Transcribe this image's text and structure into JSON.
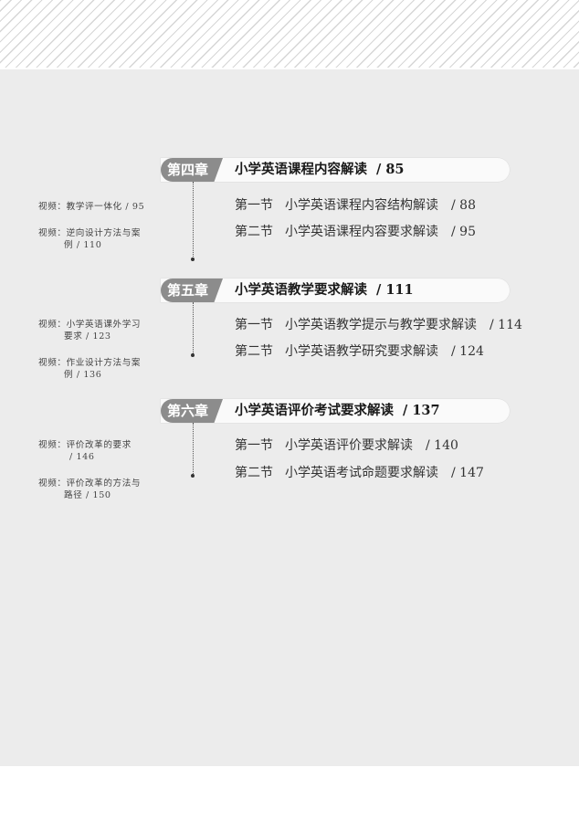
{
  "chapters": [
    {
      "tag": "第四章",
      "title": "小学英语课程内容解读",
      "page": "/ 85",
      "sections": [
        {
          "no": "第一节",
          "title": "小学英语课程内容结构解读",
          "page": "/ 88"
        },
        {
          "no": "第二节",
          "title": "小学英语课程内容要求解读",
          "page": "/ 95"
        }
      ],
      "videos": [
        {
          "line1": "视频：教学评一体化 / 95",
          "line2": ""
        },
        {
          "line1": "视频：逆向设计方法与案",
          "line2": "例 / 110"
        }
      ]
    },
    {
      "tag": "第五章",
      "title": "小学英语教学要求解读",
      "page": "/ 111",
      "sections": [
        {
          "no": "第一节",
          "title": "小学英语教学提示与教学要求解读",
          "page": "/ 114"
        },
        {
          "no": "第二节",
          "title": "小学英语教学研究要求解读",
          "page": "/ 124"
        }
      ],
      "videos": [
        {
          "line1": "视频：小学英语课外学习",
          "line2": "要求 / 123"
        },
        {
          "line1": "视频：作业设计方法与案",
          "line2": "例 / 136"
        }
      ]
    },
    {
      "tag": "第六章",
      "title": "小学英语评价考试要求解读",
      "page": "/ 137",
      "sections": [
        {
          "no": "第一节",
          "title": "小学英语评价要求解读",
          "page": "/ 140"
        },
        {
          "no": "第二节",
          "title": "小学英语考试命题要求解读",
          "page": "/ 147"
        }
      ],
      "videos": [
        {
          "line1": "视频：评价改革的要求",
          "line2": "/ 146"
        },
        {
          "line1": "视频：评价改革的方法与",
          "line2": "路径 / 150"
        }
      ]
    }
  ]
}
